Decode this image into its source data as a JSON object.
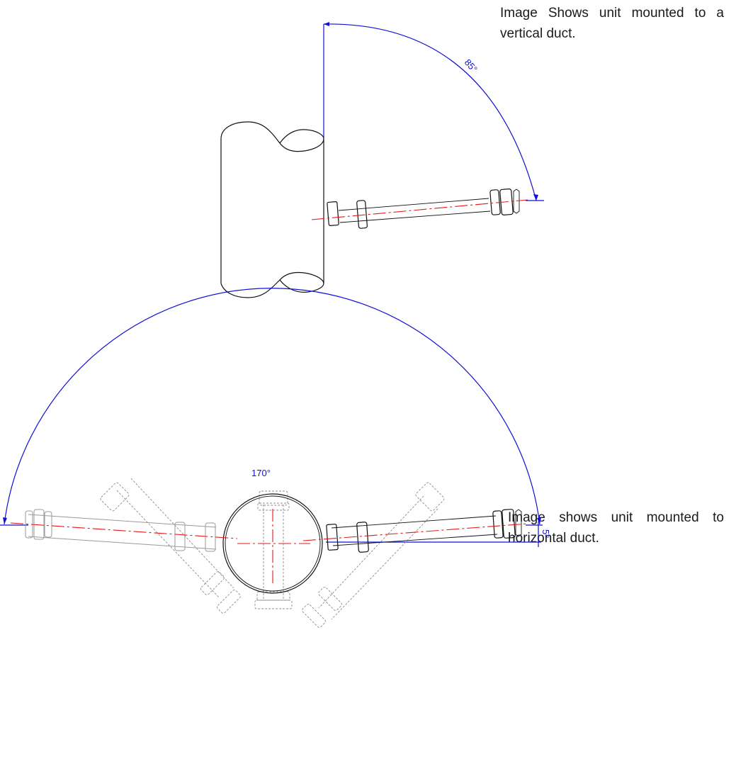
{
  "captions": {
    "vertical": "Image Shows unit mounted to a vertical duct.",
    "horizontal": "Image shows unit mounted to horizontal duct."
  },
  "dimensions": {
    "vertical_angle": "85°",
    "horizontal_arc_angle": "170°",
    "horizontal_small_angle": "5°"
  },
  "colors": {
    "line": "#111111",
    "ghost": "#8c8c8c",
    "centerline": "#e31a1c",
    "dimension": "#1010d8"
  }
}
